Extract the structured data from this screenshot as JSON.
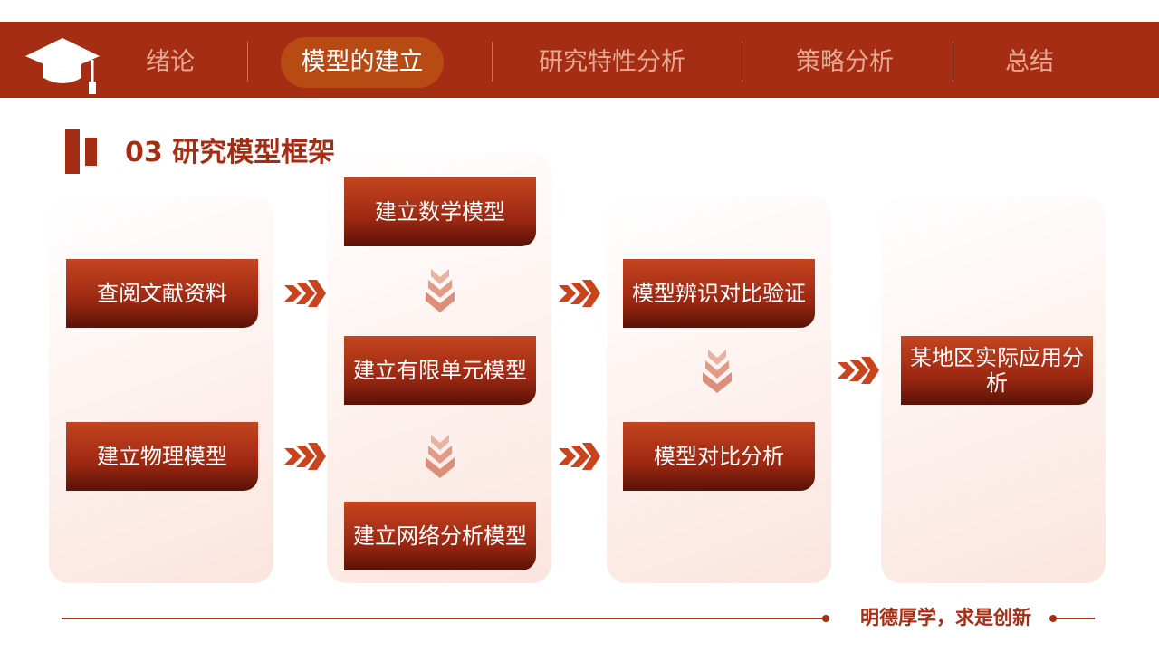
{
  "nav": {
    "items": [
      {
        "label": "绪论"
      },
      {
        "label": "模型的建立"
      },
      {
        "label": "研究特性分析"
      },
      {
        "label": "策略分析"
      },
      {
        "label": "总结"
      }
    ],
    "active_index": 1
  },
  "section": {
    "title": "03 研究模型框架"
  },
  "columns": [
    {
      "boxes": [
        "查阅文献资料",
        "建立物理模型"
      ]
    },
    {
      "boxes": [
        "建立数学模型",
        "建立有限单元模型",
        "建立网络分析模型"
      ]
    },
    {
      "boxes": [
        "模型辨识对比验证",
        "模型对比分析"
      ]
    },
    {
      "boxes": [
        "某地区实际应用分析"
      ]
    }
  ],
  "footer": {
    "motto": "明德厚学，求是创新"
  },
  "colors": {
    "primary": "#a52d13",
    "panel": "#fbe5de",
    "arrow_light": "#e29b86"
  },
  "icons": {
    "logo": "graduation-cap-icon",
    "arrow_right": "triple-chevron-right-icon",
    "arrow_down": "triple-chevron-down-icon"
  }
}
